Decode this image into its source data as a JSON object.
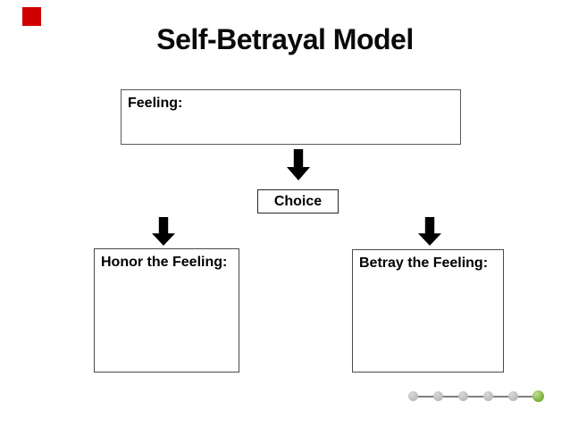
{
  "slide": {
    "title": "Self-Betrayal Model",
    "feeling_box": {
      "label": "Feeling:"
    },
    "choice_box": {
      "label": "Choice"
    },
    "honor_box": {
      "label": "Honor the Feeling:"
    },
    "betray_box": {
      "label": "Betray the Feeling:"
    }
  },
  "progress_nav": {
    "dot_count": 6,
    "active_dot_index": 6
  },
  "colors": {
    "background": "#ffffff",
    "title_text": "#0a0a0a",
    "label_text": "#000000",
    "marker": "#d00000",
    "arrow": "#000000",
    "box_border": "#4a4a4a",
    "box_border_light": "#595959",
    "box_border_dark": "#262626",
    "dot_inactive": "#b8b8b8",
    "dot_active": "#7bb13d",
    "dot_line": "#7f7f7f"
  }
}
